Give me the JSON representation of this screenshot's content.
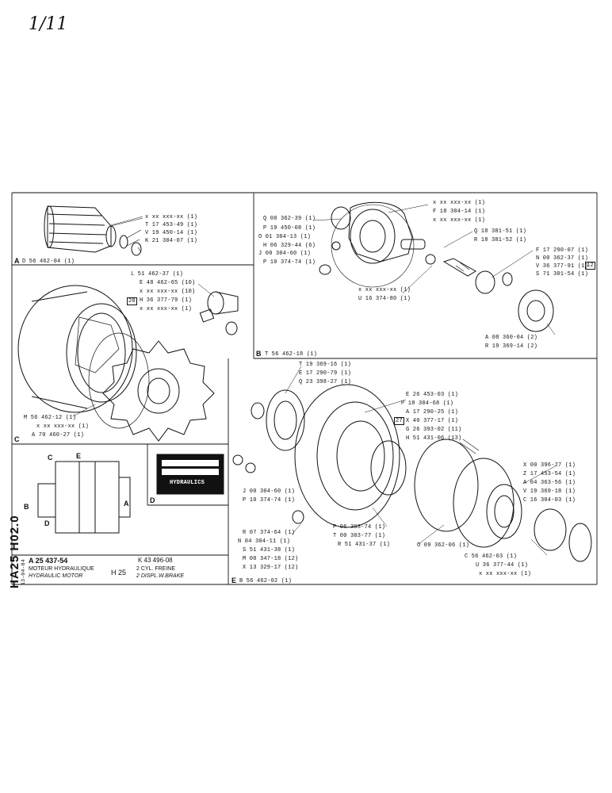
{
  "page_mark": "1/11",
  "sections": {
    "A": {
      "letter": "A",
      "ref": "D 56 462-04 (1)",
      "parts": [
        "x xx xxx-xx (1)",
        "T 17 453-49 (1)",
        "V 19 450-14 (1)",
        "K 21 304-07 (1)"
      ]
    },
    "B": {
      "letter": "B",
      "ref": "T 56 462-18 (1)",
      "parts_left": [
        "Q 00 362-39 (1)",
        "P 19 450-08 (1)",
        "O 01 304-13 (1)",
        "H 06 329-44 (6)",
        "J 00 304-60 (1)",
        "P 10 374-74 (1)"
      ],
      "parts_top": [
        "x xx xxx-xx (1)",
        "F 18 304-14 (1)",
        "x xx xxx-xx (1)"
      ],
      "parts_right": [
        "Q 18 381-51 (1)",
        "R 18 381-52 (1)",
        "F 17 290-07 (1)",
        "N 00 362-37 (1)",
        "V 36 377-91 (1)",
        "S 71 301-54 (1)"
      ],
      "parts_bottom_left": [
        "x xx xxx-xx (1)",
        "U 16 374-80 (1)"
      ],
      "parts_bottom_right": [
        "A 08 360-04 (2)",
        "R 19 369-14 (2)"
      ],
      "box_12": "12"
    },
    "C": {
      "letter": "C",
      "parts_top": [
        "L 51 462-37 (1)",
        "E 48 462-65 (10)",
        "x xx xxx-xx (10)",
        "H 36 377-79 (1)",
        "x xx xxx-xx (1)"
      ],
      "box_20": "20",
      "parts_bottom": [
        "M 56 462-12 (1)",
        "x xx xxx-xx (1)",
        "A 70 460-27 (1)"
      ]
    },
    "D": {
      "letter": "D",
      "plate_text": "HYDRAULICS"
    },
    "E": {
      "letter": "E",
      "ref": "B 56 462-02 (1)",
      "parts_top": [
        "T 19 369-16 (1)",
        "E 17 290-79 (1)",
        "Q 23 398-27 (1)"
      ],
      "parts_mid": [
        "E 26 453-03 (1)",
        "P 18 304-68 (1)",
        "A 17 290-25 (1)",
        "X 40 377-17 (1)",
        "G 26 393-02 (11)",
        "H 51 431-06 (13)"
      ],
      "box_27": "27",
      "parts_right": [
        "X 00 396-27 (1)",
        "Z 17 453-54 (1)",
        "A 04 363-56 (1)",
        "V 19 369-18 (1)",
        "C 16 304-03 (1)"
      ],
      "parts_left": [
        "J 00 304-60 (1)",
        "P 10 374-74 (1)"
      ],
      "parts_bottom_left": [
        "R 07 374-64 (1)",
        "N 04 304-11 (1)",
        "S 51 431-38 (1)",
        "M 00 347-18 (12)",
        "X 13 329-17 (12)"
      ],
      "parts_bottom_mid": [
        "P 06 303-74 (1)",
        "T 00 303-77 (1)",
        "R 51 431-37 (1)"
      ],
      "part_o": "O 09 362-06 (1)",
      "parts_bottom_right": [
        "C 56 462-03 (1)",
        "U 36 377-44 (1)",
        "x xx xxx-xx (1)"
      ]
    }
  },
  "overview": {
    "labels": [
      "C",
      "E",
      "B",
      "A",
      "D"
    ]
  },
  "title_block": {
    "part_no": "A 25 437-54",
    "rev": "K 43 496-08",
    "title_fr": "MOTEUR HYDRAULIQUE",
    "title_en": "HYDRAULIC MOTOR",
    "model": "H 25",
    "desc_fr": "2 CYL. FREINE",
    "desc_en": "2 DISPL.W.BRAKE",
    "date": "13-04-84",
    "side_code": "HA25 H02.0"
  }
}
